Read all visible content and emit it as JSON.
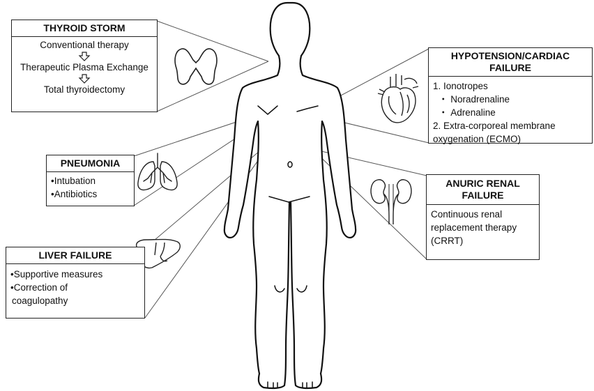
{
  "thyroid_storm": {
    "title": "THYROID STORM",
    "steps": [
      "Conventional therapy",
      "Therapeutic Plasma Exchange",
      "Total thyroidectomy"
    ]
  },
  "hypotension": {
    "title": "HYPOTENSION/CARDIAC FAILURE",
    "lines": [
      "1. Ionotropes",
      "・ Noradrenaline",
      "・ Adrenaline",
      "2. Extra-corporeal membrane",
      "oxygenation (ECMO)"
    ]
  },
  "pneumonia": {
    "title": "PNEUMONIA",
    "lines": [
      "•Intubation",
      "•Antibiotics"
    ]
  },
  "renal": {
    "title_line1": "ANURIC RENAL",
    "title_line2": "FAILURE",
    "lines": [
      "Continuous renal",
      "replacement therapy",
      "(CRRT)"
    ]
  },
  "liver": {
    "title": "LIVER FAILURE",
    "lines": [
      "•Supportive measures",
      "•Correction of",
      "coagulopathy"
    ]
  },
  "icons": [
    "thyroid-icon",
    "heart-icon",
    "lungs-icon",
    "kidneys-icon",
    "liver-icon",
    "human-body-outline"
  ]
}
